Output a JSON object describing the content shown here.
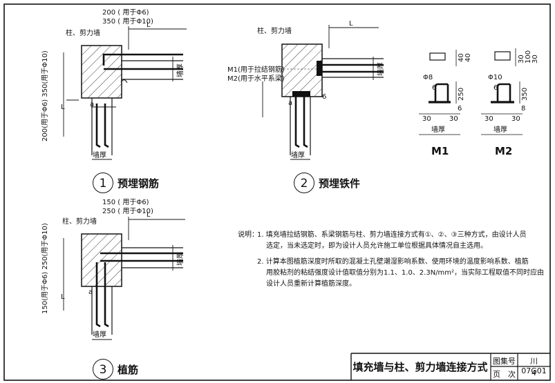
{
  "detail1": {
    "spacing_a": "200 ( 用于Φ6)",
    "spacing_b": "350 ( 用于Φ10)",
    "column_label": "柱、剪力墙",
    "len_label": "L",
    "side_spacing": "200(用于Φ6)  350(用于Φ10)",
    "side_len": "L",
    "wall_thk": "墙厚",
    "wall_thk_bottom": "墙厚",
    "small_a": "a",
    "number": "1",
    "caption": "预埋钢筋"
  },
  "detail2": {
    "column_label": "柱、剪力墙",
    "len_label": "L",
    "m1_note": "M1(用于拉结钢筋)",
    "m2_note": "M2(用于水平系梁)",
    "gap": "6",
    "wall_thk": "墙厚",
    "wall_thk_bottom": "墙厚",
    "small_a": "a",
    "number": "2",
    "caption": "预埋铁件"
  },
  "detail3": {
    "spacing_a": "150 ( 用于Φ6)",
    "spacing_b": "250 ( 用于Φ10)",
    "column_label": "柱、剪力墙",
    "len_label": "L",
    "side_spacing": "150(用于Φ6)  250(用于Φ10)",
    "side_len": "L",
    "wall_thk": "墙厚",
    "wall_thk_bottom": "墙厚",
    "small_a": "a",
    "number": "3",
    "caption": "植筋"
  },
  "m1": {
    "dim_40a": "40",
    "dim_40b": "40",
    "bar": "Φ8",
    "weld": "6",
    "height": "250",
    "h_small": "6",
    "left_30": "30",
    "right_30": "30",
    "thk": "墙厚",
    "name": "M1"
  },
  "m2": {
    "dim_30": "30",
    "dim_100": "100",
    "dim_30b": "30",
    "bar": "Φ10",
    "weld": "6",
    "height": "350",
    "h_small": "8",
    "left_30": "30",
    "right_30": "30",
    "thk": "墙厚",
    "name": "M2"
  },
  "notes": {
    "heading": "说明：",
    "n1_line1": "1. 填充墙拉结钢筋、系梁钢筋与柱、剪力墙连接方式有①、②、③三种方式，由设计人员",
    "n1_line2": "选定，当未选定时，即为设计人员允许施工单位根据具体情况自主选用。",
    "n2_line1": "2. 计算本图植筋深度时所取的混凝土孔壁潮湿影响系数、使用环境的温度影响系数、植筋",
    "n2_line2": "用胶粘剂的粘结强度设计值取值分别为1.1、1.0、2.3N/mm²，当实际工程取值不同时应由",
    "n2_line3": "设计人员重新计算植筋深度。"
  },
  "title_block": {
    "title": "填充墙与柱、剪力墙连接方式",
    "atlas_label": "图集号",
    "atlas_no": "川07G01",
    "page_label": "页　次",
    "page_no": "4"
  }
}
